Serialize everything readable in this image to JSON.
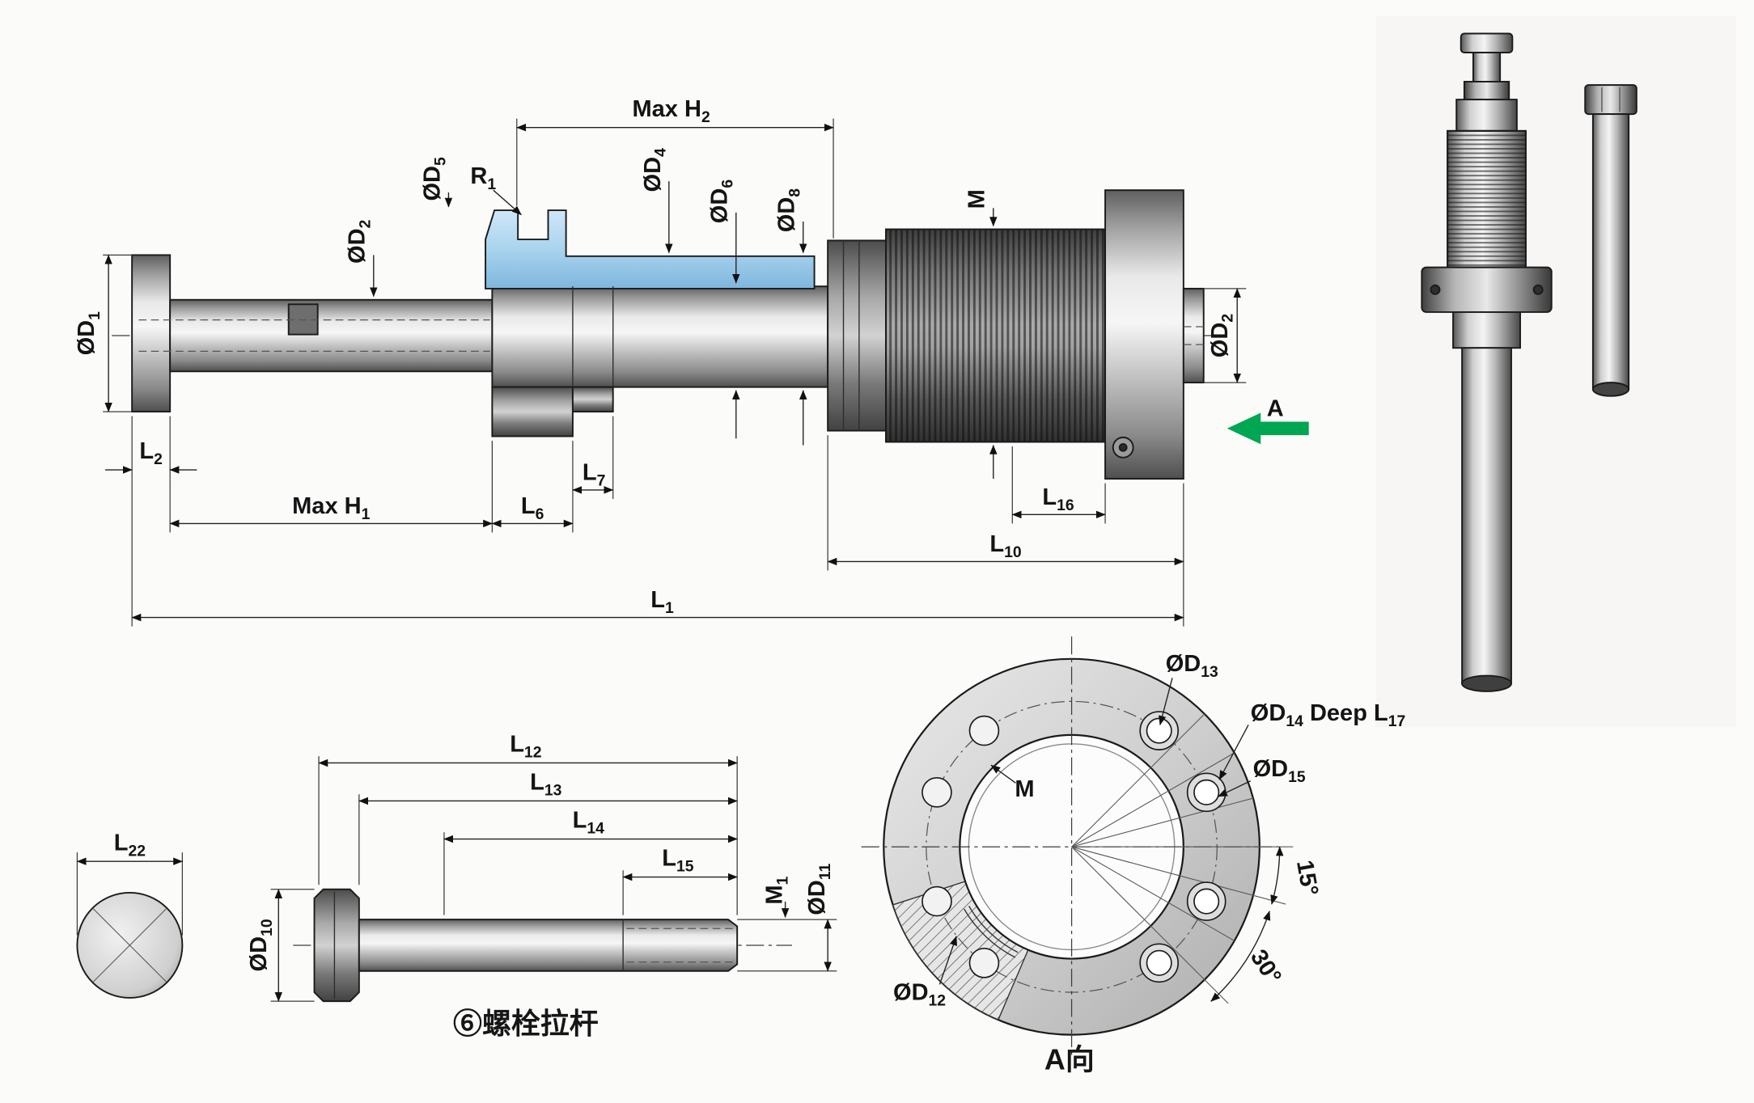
{
  "colors": {
    "accent_green": "#00a651",
    "highlight_blue": "#a9d3ee",
    "line": "#1a1a1a",
    "background": "#fbfbfa"
  },
  "main_view": {
    "view_arrow_label": "A",
    "dims": {
      "max_h2": {
        "base": "Max H",
        "sub": "2"
      },
      "d5": {
        "base": "ØD",
        "sub": "5"
      },
      "r1": {
        "base": "R",
        "sub": "1"
      },
      "d2_top": {
        "base": "ØD",
        "sub": "2"
      },
      "d4": {
        "base": "ØD",
        "sub": "4"
      },
      "d6": {
        "base": "ØD",
        "sub": "6"
      },
      "d8": {
        "base": "ØD",
        "sub": "8"
      },
      "m": {
        "base": "M",
        "sub": ""
      },
      "d1": {
        "base": "ØD",
        "sub": "1"
      },
      "d2_right": {
        "base": "ØD",
        "sub": "2"
      },
      "l2": {
        "base": "L",
        "sub": "2"
      },
      "max_h1": {
        "base": "Max H",
        "sub": "1"
      },
      "l6": {
        "base": "L",
        "sub": "6"
      },
      "l7": {
        "base": "L",
        "sub": "7"
      },
      "l16": {
        "base": "L",
        "sub": "16"
      },
      "l10": {
        "base": "L",
        "sub": "10"
      },
      "l1": {
        "base": "L",
        "sub": "1"
      }
    }
  },
  "bolt_view": {
    "caption": "⑥螺栓拉杆",
    "dims": {
      "l22": {
        "base": "L",
        "sub": "22"
      },
      "d10": {
        "base": "ØD",
        "sub": "10"
      },
      "l12": {
        "base": "L",
        "sub": "12"
      },
      "l13": {
        "base": "L",
        "sub": "13"
      },
      "l14": {
        "base": "L",
        "sub": "14"
      },
      "l15": {
        "base": "L",
        "sub": "15"
      },
      "m1": {
        "base": "M",
        "sub": "1"
      },
      "d11": {
        "base": "ØD",
        "sub": "11"
      }
    }
  },
  "end_view": {
    "caption": "A向",
    "dims": {
      "d13": {
        "base": "ØD",
        "sub": "13"
      },
      "d14_deep": {
        "p1": "ØD",
        "s1": "14",
        "p2": " Deep L",
        "s2": "17"
      },
      "d15": {
        "base": "ØD",
        "sub": "15"
      },
      "d12": {
        "base": "ØD",
        "sub": "12"
      },
      "m": "M",
      "a15": "15°",
      "a30": "30°"
    }
  }
}
